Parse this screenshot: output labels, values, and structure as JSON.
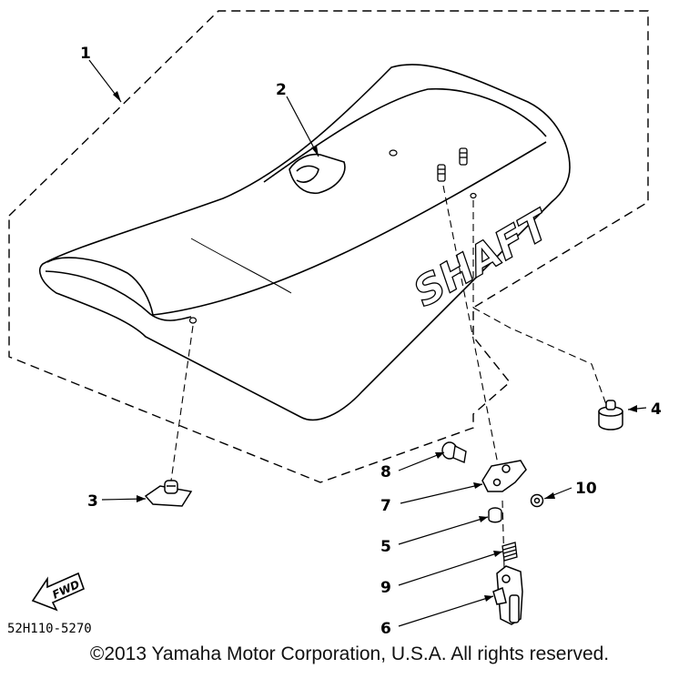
{
  "diagram": {
    "callouts": {
      "c1": "1",
      "c2": "2",
      "c3": "3",
      "c4": "4",
      "c5": "5",
      "c6": "6",
      "c7": "7",
      "c8": "8",
      "c9": "9",
      "c10": "10"
    },
    "seat_lettering": "SHAFT",
    "fwd_label": "FWD",
    "part_code": "52H110-5270"
  },
  "footer": {
    "copyright": "©2013 Yamaha Motor Corporation, U.S.A. All rights reserved."
  }
}
